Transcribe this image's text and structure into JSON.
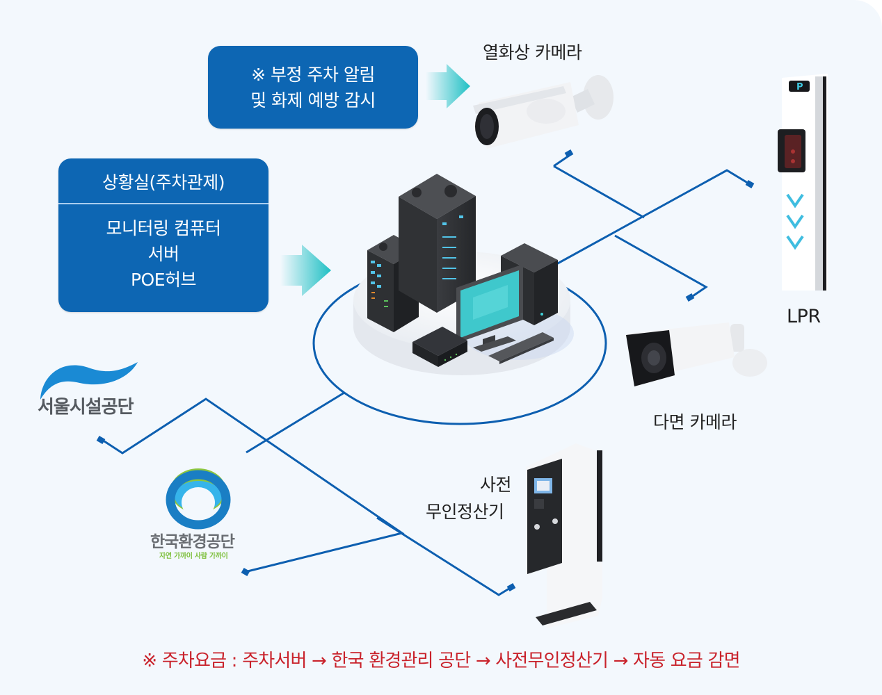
{
  "alert_box": {
    "line1": "※ 부정 주차 알림",
    "line2": "및 화제 예방 감시"
  },
  "control_room": {
    "title": "상황실(주차관제)",
    "items": [
      "모니터링 컴퓨터",
      "서버",
      "POE허브"
    ]
  },
  "devices": {
    "thermal_camera": "열화상 카메라",
    "lpr": "LPR",
    "multi_camera": "다면 카메라",
    "kiosk_line1": "사전",
    "kiosk_line2": "무인정산기"
  },
  "logos": {
    "seoul": "서울시설공단",
    "keco_name": "한국환경공단",
    "keco_slogan": "자연 가까이 사람 가까이"
  },
  "footer_note": "※ 주차요금 : 주차서버 → 한국 환경관리 공단 → 사전무인정산기 → 자동 요금 감면",
  "colors": {
    "box_blue": "#0d66b3",
    "line_blue": "#0d5fb0",
    "arrow_teal": "#1fc0c4",
    "note_red": "#c9222b",
    "background": "#f3f8fd"
  }
}
